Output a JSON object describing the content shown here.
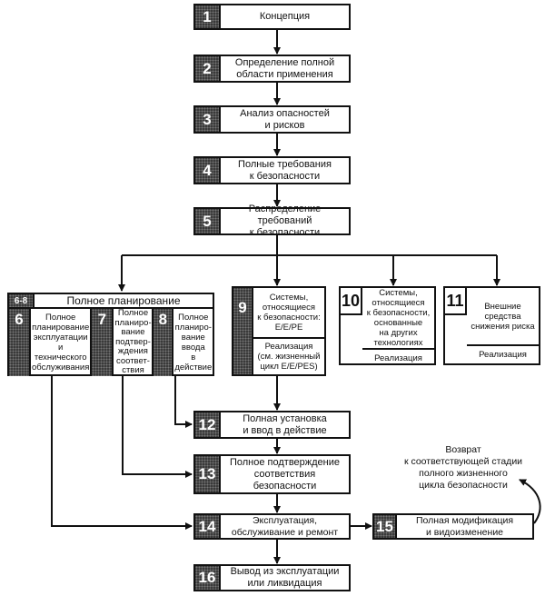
{
  "diagram": {
    "type": "flowchart",
    "title": "Полный жизненный цикл безопасности",
    "colors": {
      "line": "#111111",
      "number_fill": "#3a3a3a",
      "box_fill": "#ffffff"
    },
    "steps": [
      {
        "id": "1",
        "label": "Концепция"
      },
      {
        "id": "2",
        "label": "Определение полной\nобласти применения"
      },
      {
        "id": "3",
        "label": "Анализ опасностей\nи рисков"
      },
      {
        "id": "4",
        "label": "Полные требования\nк безопасности"
      },
      {
        "id": "5",
        "label": "Распределение требований\nк безопасности"
      },
      {
        "id": "6",
        "label": "Полное\nпланирование\nэксплуатации\nи технического\nобслуживания"
      },
      {
        "id": "7",
        "label": "Полное\nпланиро-\nвание\nподтвер-\nждения\nсоответ-\nствия"
      },
      {
        "id": "8",
        "label": "Полное\nпланиро-\nвание\nввода\nв действие"
      },
      {
        "id": "9",
        "label": "Системы,\nотносящиеся\nк безопасности:\nE/E/PE",
        "impl": "Реализация\n(см. жизненный\nцикл E/E/PES)"
      },
      {
        "id": "10",
        "label": "Системы,\nотносящиеся\nк безопасности,\nоснованные\nна других\nтехнологиях",
        "impl": "Реализация"
      },
      {
        "id": "11",
        "label": "Внешние\nсредства\nснижения риска",
        "impl": "Реализация"
      },
      {
        "id": "12",
        "label": "Полная установка\nи ввод в действие"
      },
      {
        "id": "13",
        "label": "Полное подтверждение\nсоответствия\nбезопасности"
      },
      {
        "id": "14",
        "label": "Эксплуатация,\nобслуживание и ремонт"
      },
      {
        "id": "15",
        "label": "Полная модификация\nи видоизменение"
      },
      {
        "id": "16",
        "label": "Вывод из эксплуатации\nили ликвидация"
      }
    ],
    "group": {
      "id": "6-8",
      "label": "Полное планирование",
      "members": [
        "6",
        "7",
        "8"
      ]
    },
    "note": "Возврат\nк соответствующей стадии\nполного жизненного\nцикла безопасности",
    "edges": [
      [
        "1",
        "2"
      ],
      [
        "2",
        "3"
      ],
      [
        "3",
        "4"
      ],
      [
        "4",
        "5"
      ],
      [
        "5",
        "6-8"
      ],
      [
        "5",
        "9"
      ],
      [
        "5",
        "10"
      ],
      [
        "5",
        "11"
      ],
      [
        "9",
        "12"
      ],
      [
        "8",
        "12"
      ],
      [
        "12",
        "13"
      ],
      [
        "7",
        "13"
      ],
      [
        "13",
        "14"
      ],
      [
        "6",
        "14"
      ],
      [
        "14",
        "15"
      ],
      [
        "14",
        "16"
      ],
      [
        "15",
        "note"
      ]
    ]
  }
}
